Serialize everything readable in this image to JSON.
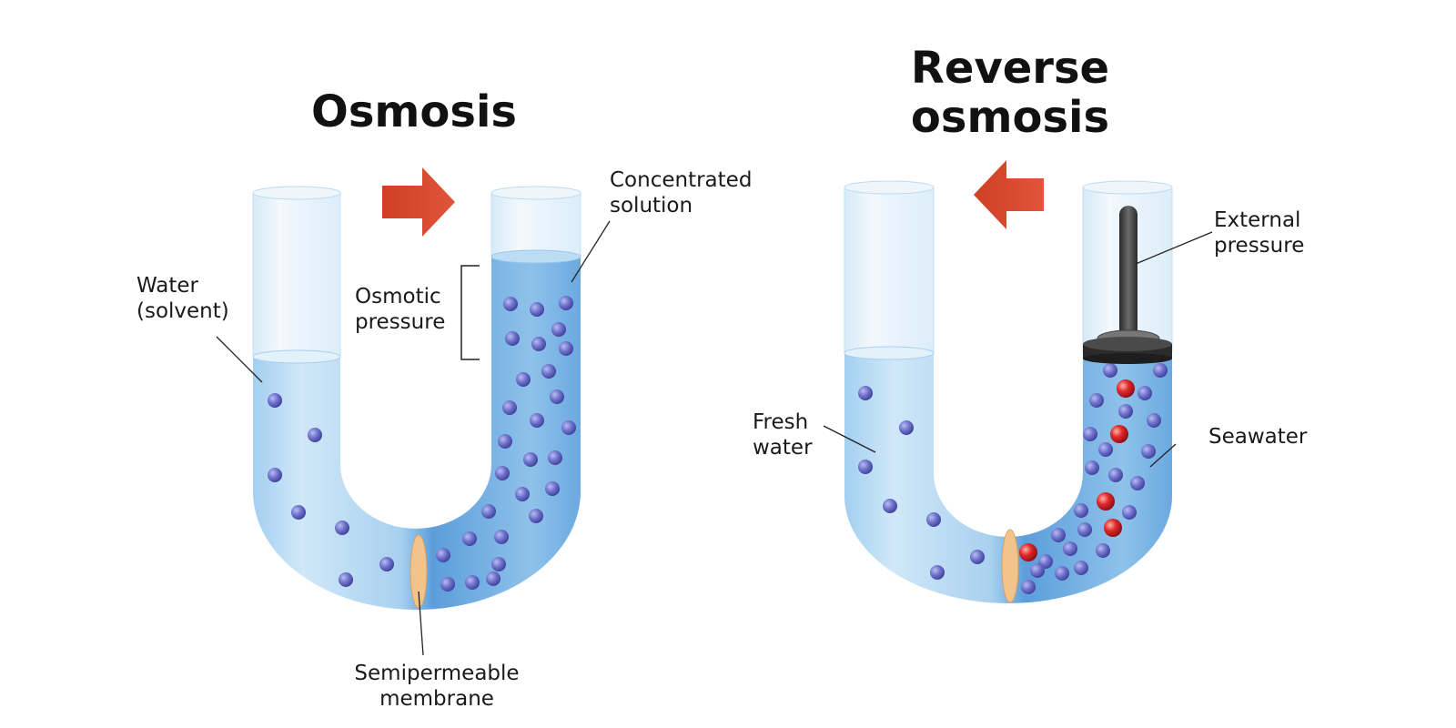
{
  "left_panel": {
    "title": "Osmosis",
    "arrow_direction": "right",
    "labels": {
      "solvent": [
        "Water",
        "(solvent)"
      ],
      "concentrated": [
        "Concentrated",
        "solution"
      ],
      "osmotic_pressure": [
        "Osmotic",
        "pressure"
      ],
      "membrane": [
        "Semipermeable",
        "membrane"
      ]
    }
  },
  "right_panel": {
    "title": [
      "Reverse",
      "osmosis"
    ],
    "arrow_direction": "left",
    "labels": {
      "fresh_water": [
        "Fresh",
        "water"
      ],
      "external_pressure": [
        "External",
        "pressure"
      ],
      "seawater": [
        "Seawater"
      ]
    }
  },
  "colors": {
    "arrow": "#d4422a",
    "water_light": "#cfe6f7",
    "water_dark": "#5aa0dc",
    "solute_particle": "#6b6fc9",
    "salt_particle": "#d0262a",
    "membrane": "#f1c48c",
    "piston": "#3a3a3a",
    "glass": "#e8f3fb"
  }
}
